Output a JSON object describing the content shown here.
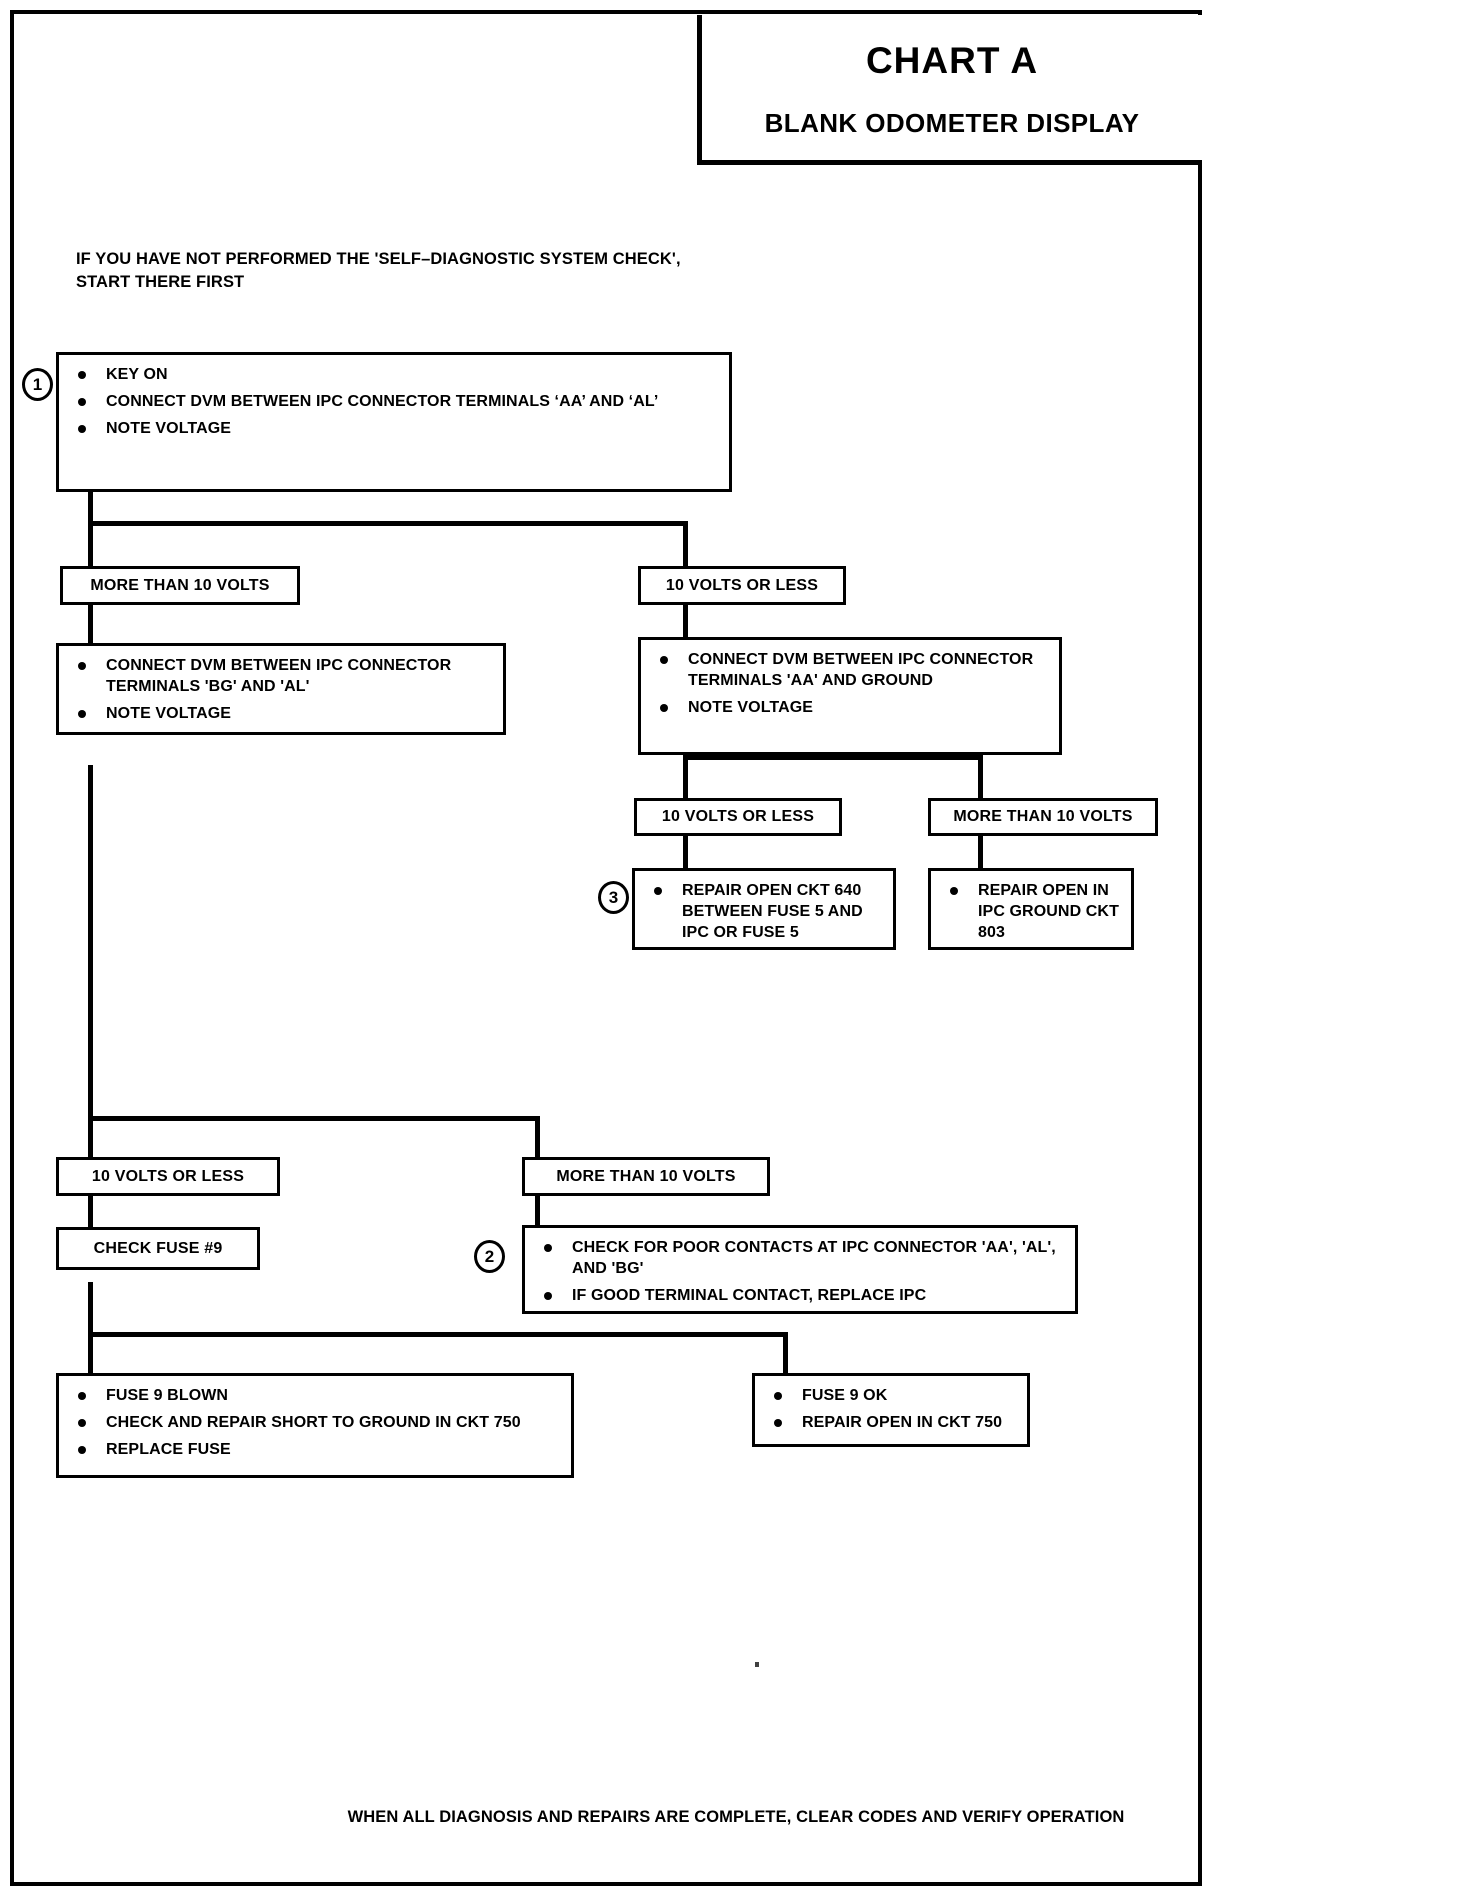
{
  "header": {
    "title": "CHART A",
    "subtitle": "BLANK ODOMETER DISPLAY"
  },
  "intro": {
    "line1": "IF YOU HAVE NOT PERFORMED THE 'SELF–DIAGNOSTIC SYSTEM CHECK',",
    "line2": "START THERE FIRST"
  },
  "steps": {
    "one": "1",
    "two": "2",
    "three": "3"
  },
  "boxes": {
    "step1": {
      "items": [
        "KEY ON",
        "CONNECT DVM BETWEEN IPC  CONNECTOR TERMINALS ‘AA’ AND ‘AL’",
        "NOTE VOLTAGE"
      ]
    },
    "branch_more_10_left": "MORE THAN 10 VOLTS",
    "branch_10_or_less_right": "10 VOLTS OR LESS",
    "bg_al_check": {
      "items": [
        "CONNECT DVM BETWEEN IPC CONNECTOR TERMINALS 'BG' AND 'AL'",
        "NOTE VOLTAGE"
      ]
    },
    "aa_ground_check": {
      "items": [
        "CONNECT DVM BETWEEN IPC CONNECTOR TERMINALS 'AA' AND GROUND",
        "NOTE VOLTAGE"
      ]
    },
    "branch_10_or_less_mid": "10 VOLTS OR LESS",
    "branch_more_10_right": "MORE THAN 10 VOLTS",
    "repair_ckt640": {
      "items": [
        "REPAIR OPEN CKT 640 BETWEEN FUSE 5 AND IPC OR FUSE 5"
      ]
    },
    "repair_ground803": {
      "items": [
        "REPAIR OPEN IN IPC GROUND CKT 803"
      ]
    },
    "branch_10_or_less_lower": "10 VOLTS OR LESS",
    "branch_more_10_lower": "MORE THAN 10 VOLTS",
    "check_fuse9": "CHECK FUSE #9",
    "poor_contacts": {
      "items": [
        "CHECK FOR POOR CONTACTS AT IPC CONNECTOR 'AA', 'AL', AND 'BG'",
        "IF GOOD TERMINAL CONTACT, REPLACE IPC"
      ]
    },
    "fuse9_blown": {
      "items": [
        "FUSE 9 BLOWN",
        "CHECK AND REPAIR SHORT TO GROUND IN CKT 750",
        "REPLACE  FUSE"
      ]
    },
    "fuse9_ok": {
      "items": [
        "FUSE 9 OK",
        "REPAIR OPEN IN CKT 750"
      ]
    }
  },
  "footer": {
    "text": "WHEN ALL DIAGNOSIS AND REPAIRS ARE COMPLETE, CLEAR CODES AND VERIFY OPERATION"
  },
  "colors": {
    "ink": "#000000",
    "paper": "#ffffff"
  }
}
